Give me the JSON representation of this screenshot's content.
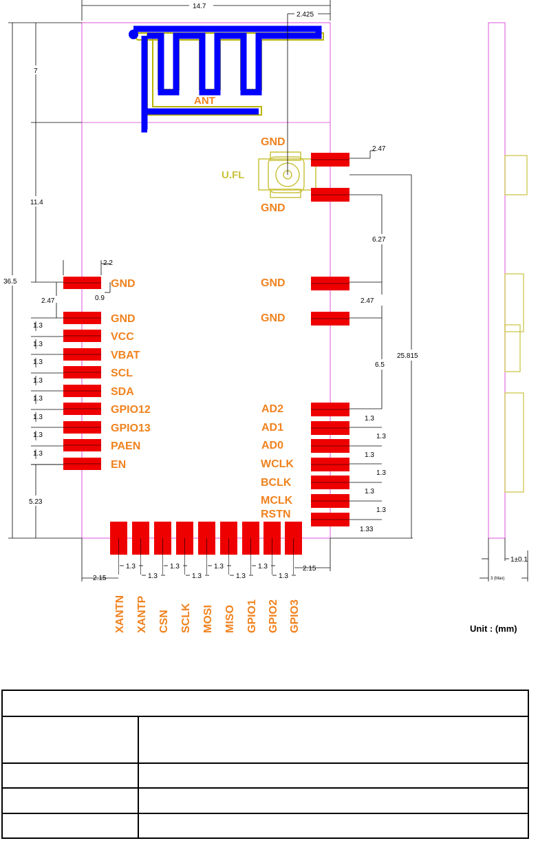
{
  "module": {
    "antenna_label": "ANT",
    "connector_label": "U.FL",
    "unit_label": "Unit : (mm)"
  },
  "pins": {
    "left": [
      "GND",
      "GND",
      "VCC",
      "VBAT",
      "SCL",
      "SDA",
      "GPIO12",
      "GPIO13",
      "PAEN",
      "EN"
    ],
    "right": [
      "GND",
      "GND",
      "GND",
      "GND",
      "AD2",
      "AD1",
      "AD0",
      "WCLK",
      "BCLK",
      "MCLK",
      "RSTN"
    ],
    "bottom": [
      "XANTN",
      "XANTP",
      "CSN",
      "SCLK",
      "MOSI",
      "MISO",
      "GPIO1",
      "GPIO2",
      "GPIO3"
    ]
  },
  "dimensions": {
    "top_width": "14.7",
    "top_right_offset": "2.425",
    "ufl_pad": "2.47",
    "left_overall": "36.5",
    "left_top": "7",
    "left_mid": "11.4",
    "left_pitch": "1.3",
    "left_first_gap": "2.47",
    "left_bottom": "5.23",
    "pad_length": "2.2",
    "pad_width": "0.9",
    "right_gap_a": "6.27",
    "right_gap_b": "2.47",
    "right_gap_c": "6.5",
    "right_overall": "25.815",
    "right_pitch": "1.3",
    "right_last": "1.33",
    "bottom_edge_left": "2.15",
    "bottom_pitch": "1.3",
    "bottom_edge_right": "2.15",
    "side_thickness": "1±0.1",
    "side_max": "3 (Max)"
  },
  "table": {
    "rows": [
      [
        ""
      ],
      [
        "",
        ""
      ],
      [
        "",
        ""
      ],
      [
        "",
        ""
      ],
      [
        "",
        ""
      ]
    ]
  },
  "colors": {
    "outline": "#e26ee2",
    "pad": "#ee0000",
    "antenna": "#0000ff",
    "antenna_outline": "#b8b400",
    "label": "#f0821e",
    "connector": "#c9c23c"
  }
}
